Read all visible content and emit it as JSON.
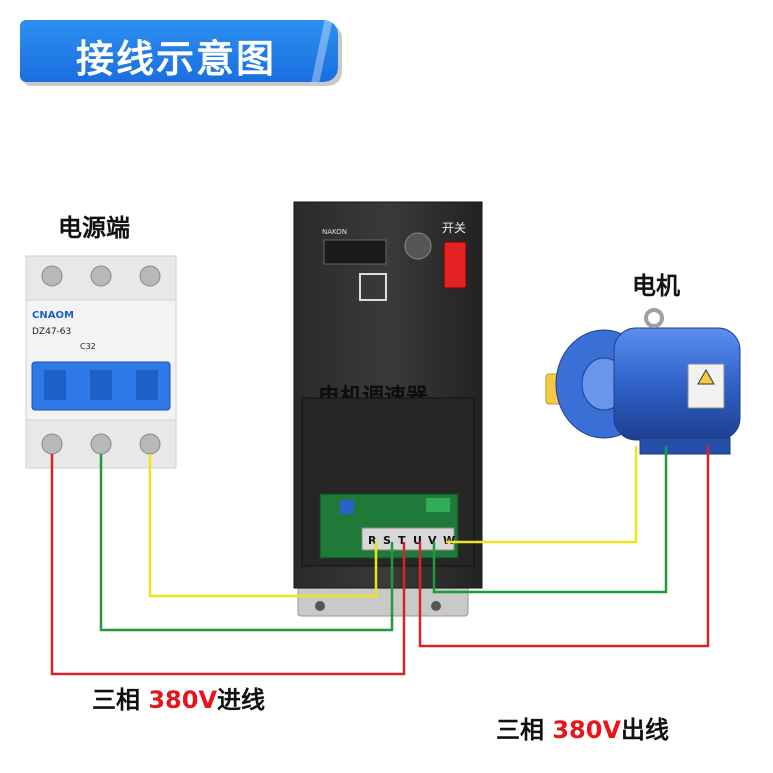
{
  "title": "接线示意图",
  "power_label": "电源端",
  "motor_label": "电机",
  "controller": {
    "brand": "NAKON",
    "name": "电机调速器",
    "switch_label": "开关",
    "terminals": [
      "R",
      "S",
      "T",
      "U",
      "V",
      "W"
    ]
  },
  "breaker": {
    "brand": "CNAOM",
    "model": "DZ47-63",
    "rating": "C32"
  },
  "input_caption": {
    "prefix": "三相 ",
    "voltage": "380V",
    "suffix": "进线"
  },
  "output_caption": {
    "prefix": "三相 ",
    "voltage": "380V",
    "suffix": "出线"
  },
  "colors": {
    "accent_blue": "#1a6fe0",
    "wire_red": "#d8232a",
    "wire_green": "#1c9a3c",
    "wire_yellow": "#f2e21c",
    "motor_blue": "#2f62c9"
  }
}
